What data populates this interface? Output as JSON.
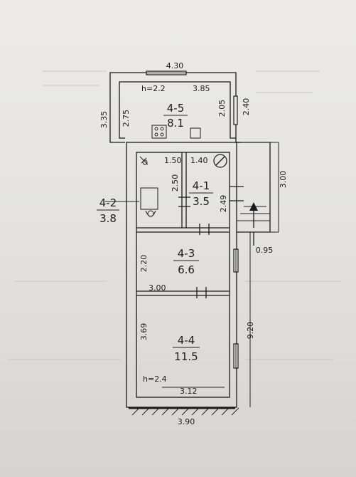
{
  "rooms": [
    {
      "id": "4-5",
      "area": "8.1"
    },
    {
      "id": "4-2",
      "area": "3.8"
    },
    {
      "id": "4-1",
      "area": "3.5"
    },
    {
      "id": "4-3",
      "area": "6.6"
    },
    {
      "id": "4-4",
      "area": "11.5"
    }
  ],
  "dimensions": {
    "top_width": "4.30",
    "r45_height": "h=2.2",
    "r45_inner_width": "3.85",
    "r45_left_outer": "3.35",
    "r45_left_inner": "2.75",
    "r45_right_inner": "2.05",
    "r45_right_outer": "2.40",
    "r42_width": "1.50",
    "r41_width": "1.40",
    "r42_height": "2.50",
    "r41_height": "2.49",
    "stair_height": "3.00",
    "stair_width": "0.95",
    "r43_height": "2.20",
    "r43_width": "3.00",
    "r44_height": "3.69",
    "total_height": "9.20",
    "r44_ceiling": "h=2.4",
    "r44_width": "3.12",
    "bottom_width": "3.90"
  },
  "colors": {
    "ink": "#1a1a1a",
    "paper": "#e8e7e5"
  }
}
